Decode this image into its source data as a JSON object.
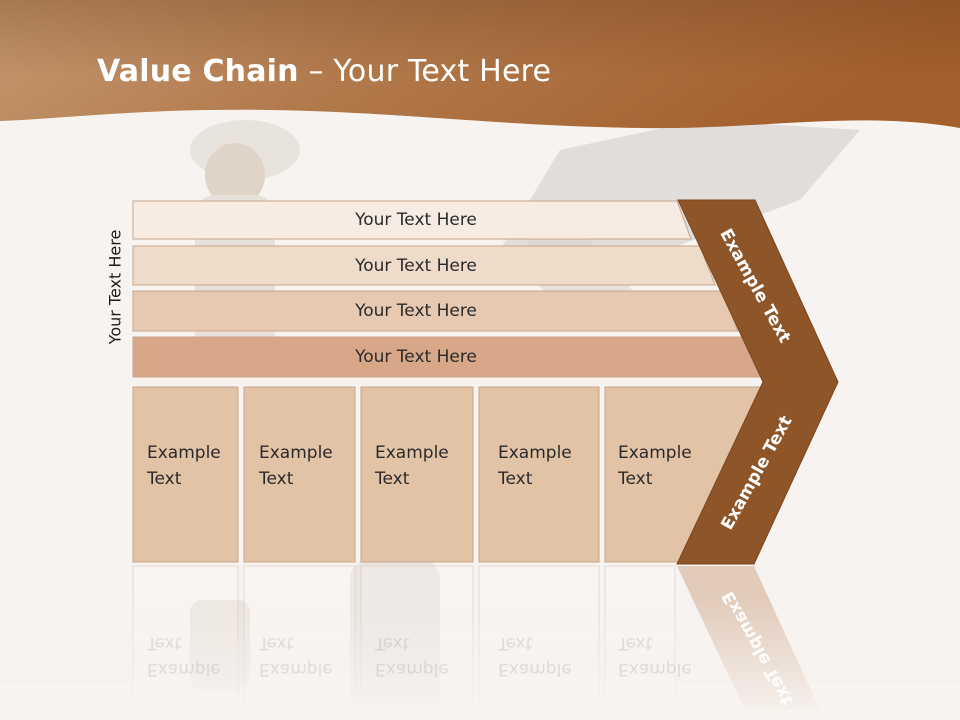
{
  "title": {
    "bold": "Value Chain",
    "rest": " – Your Text Here"
  },
  "side_label": "Your Text Here",
  "rows": [
    "Your Text Here",
    "Your Text Here",
    "Your Text Here",
    "Your Text Here"
  ],
  "cells": [
    {
      "line1": "Example",
      "line2": "Text"
    },
    {
      "line1": "Example",
      "line2": "Text"
    },
    {
      "line1": "Example",
      "line2": "Text"
    },
    {
      "line1": "Example",
      "line2": "Text"
    },
    {
      "line1": "Example",
      "line2": "Text"
    }
  ],
  "chevron": {
    "top_label": "Example Text",
    "bottom_label": "Example Text"
  },
  "colors": {
    "banner": "#b8703c",
    "chevron": "#8e5529",
    "row1": "#f6ece3",
    "row2": "#efdbca",
    "row3": "#e6c9b0",
    "row4": "#d7a788",
    "cells": "#e3c3a6",
    "background": "#f7f3f0"
  }
}
